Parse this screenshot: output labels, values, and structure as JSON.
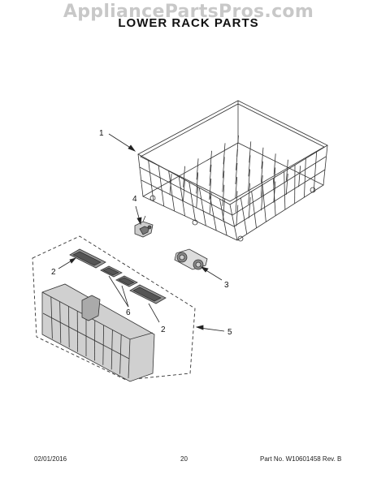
{
  "header": {
    "watermark": "AppliancePartsPros.com",
    "title": "LOWER RACK PARTS"
  },
  "callouts": [
    {
      "id": "c1",
      "label": "1"
    },
    {
      "id": "c4",
      "label": "4"
    },
    {
      "id": "c3",
      "label": "3"
    },
    {
      "id": "c2a",
      "label": "2"
    },
    {
      "id": "c6",
      "label": "6"
    },
    {
      "id": "c2b",
      "label": "2"
    },
    {
      "id": "c5",
      "label": "5"
    }
  ],
  "parts": [
    {
      "id": "1",
      "icon": "lower-rack-icon"
    },
    {
      "id": "2",
      "icon": "rack-insert-strip-icon"
    },
    {
      "id": "3",
      "icon": "rack-wheel-assembly-icon"
    },
    {
      "id": "4",
      "icon": "rack-clip-icon"
    },
    {
      "id": "5",
      "icon": "silverware-basket-icon"
    },
    {
      "id": "6",
      "icon": "basket-cover-icon"
    }
  ],
  "footer": {
    "date": "02/01/2016",
    "page": "20",
    "part_rev": "Part No. W10601458  Rev. B"
  }
}
